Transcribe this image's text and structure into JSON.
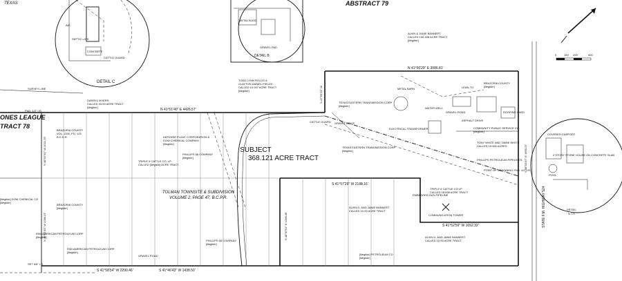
{
  "header": {
    "top_left_label": "TEXAS",
    "abstract_79": "ABSTRACT 79",
    "league_left": "ONES LEAGUE",
    "tract_78": "TRACT 78"
  },
  "subject": {
    "line1": "SUBJECT",
    "line2": "368.121 ACRE TRACT"
  },
  "subdivision": {
    "line1": "TOLMAN TOWNSITE & SUBDIVISION",
    "line2": "VOLUME 2, PAGE 47, B.C.P.R."
  },
  "highway": "STATE F.M. HIGHWAY 524",
  "details": {
    "detail_b": "DETAIL B",
    "detail_c": "DETAIL C",
    "detail_d": "DETAIL",
    "nts": "N.T.S."
  },
  "bearings": {
    "north_top": "N 41°50'29\" E   3086.81'",
    "north_mid": "N 41°51'40\" E   4426.57'",
    "inner_south": "S 41°57'29\" W   2188.16'",
    "south_bottom": "S 41°58'54\" W   2290.46'",
    "south_bottom2": "S 41°46'43\" W   1438.50'",
    "east_south": "S 41°52'59\" W   1652.32'",
    "west_line": "N 48°07'51\" W   1021.29'",
    "west_line2": "N 48°01'41\" W   1286.37'",
    "inner_vert": "S 48°07'51\" E   1298.46'",
    "east_vert": "N 48°03'47\" E   1660.27'",
    "short_vert": "N 47°59'31\" W"
  },
  "owners": {
    "alvin_janie": "ALVIN & JANIE BANNERT\nCALLED 106.408 ACRE TRACT\n[illegible]",
    "todd_lynn": "TODD LYNN FIELDS &\nCLAYTON DANIEL FIELDS\nCALLED 10.047 ACRE TRACT\n[illegible]",
    "darryl": "DARRYL MYERS\nCALLED 43.00 ACRE TRACT\n[illegible]",
    "brazoria_county_top": "BRAZORIA COUNTY\n[illegible]",
    "brazoria_county_left": "BRAZORIA COUNTY\nVOL. 1155, PG. 125\nB.C.D.R.",
    "brazoria_county_left2": "BRAZORIA COUNTY\n[illegible]",
    "texas_eastern_1": "TEXAS EASTERN TRANSMISSION CORP\n[illegible]",
    "texas_eastern_2": "TEXAS EASTERN TRANSMISSION CORP\n[illegible]",
    "defense_plant": "DEFENSE PLANT CORPORATION &\nDOW CHEMICAL COMPANY\n[illegible]",
    "triple5_left": "TRIPLE 5 CATTLE CO, LP\nCALLED [illegible] ACRE TRACT",
    "phillips_top": "PHILLIPS 66 COMPANY\n[illegible]",
    "phillips_bottom": "PHILLIPS 66 COMPANY\n[illegible]",
    "triple5_right": "TRIPLE 5 CATTLE CO LP\nCALLED 18.838 ACRE TRACT",
    "alvin_janie_mid": "ALVIN D. AND JANIE BANNERT\nCALLED 10.00 ACRE TRACT",
    "alvin_janie_low": "ALVIN D. AND JANIE BANNERT\nCALLED 10.00 ACRE TRACT",
    "tony_white": "TONY WHITE AND TAMIE WHITE\nCALLED 10.000 ACRES",
    "community_service": "COMMUNITY PUBLIC SERVICE CO.\n[illegible]",
    "pan_american_1": "PAN AMERICAN PETROLEUM CORP\n[illegible]",
    "pan_american_2": "PAN AMERICAN PETROLEUM CORP\n[illegible]",
    "dow": "[illegible] DOW CHEMICAL CO\n[illegible]",
    "sinnox": "[illegible] PETROLEUM CO\n[illegible]"
  },
  "features": {
    "cattle_guard": "CATTLE GUARD",
    "gravel_drive": "GRAVEL DRIVE",
    "gravel_road": "GRAVEL ROAD",
    "asphalt_drive": "ASPHALT DRIVE",
    "electrical_transformer": "ELECTRICAL TRANSFORMER",
    "communication_tower": "COMMUNICATION TOWER",
    "metal_barn": "METAL BARN",
    "metal_bldg": "METAL BLDG",
    "concrete": "CONCRETE",
    "gravel_pad": "GRAVEL PAD",
    "water_well": "WATER WELL",
    "lean_to": "LEAN-TO",
    "pool": "POOL",
    "covered_carport": "COVERED CARPORT",
    "house": "2 STORY STONE HOUSE ON CONCRETE SLAB",
    "phillips_pipeline": "PHILLIPS PETROLEUM PIPELINES",
    "point_of_beginning": "POINT OF BEGINNING\nFND. 1/2\" I.R.",
    "survey_line": "SURVEY LINE",
    "fnd_ir": "FND. 1/2\" I.R.",
    "set_ir": "SET 5/8\" I.R.",
    "embedded_gas": "EMBEDDED GAS PIPELINE",
    "roofing_shed": "ROOFING SHED"
  },
  "scale": {
    "labels": [
      "0",
      "100",
      "200",
      "400"
    ]
  }
}
